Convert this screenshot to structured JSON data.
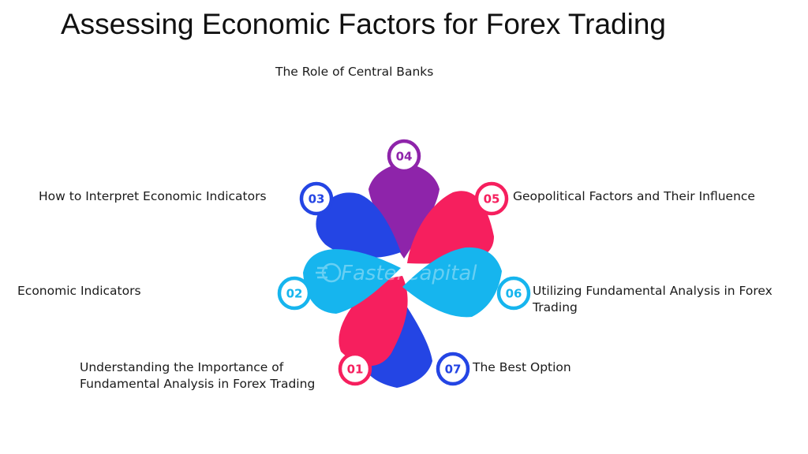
{
  "title": "Assessing Economic Factors for Forex Trading",
  "colors": {
    "purple": "#8e24aa",
    "pink": "#f61f5e",
    "cyan": "#16b5ee",
    "blue": "#2445e4"
  },
  "steps": [
    {
      "number": "01",
      "label": "Understanding the Importance of Fundamental Analysis in Forex Trading",
      "color": "#f61f5e"
    },
    {
      "number": "02",
      "label": "Economic Indicators",
      "color": "#16b5ee"
    },
    {
      "number": "03",
      "label": "How to Interpret Economic Indicators",
      "color": "#2445e4"
    },
    {
      "number": "04",
      "label": "The Role of Central Banks",
      "color": "#8e24aa"
    },
    {
      "number": "05",
      "label": "Geopolitical Factors and Their Influence",
      "color": "#f61f5e"
    },
    {
      "number": "06",
      "label": "Utilizing Fundamental Analysis in Forex Trading",
      "color": "#16b5ee"
    },
    {
      "number": "07",
      "label": "The Best Option",
      "color": "#2445e4"
    }
  ],
  "watermark": {
    "text": "FasterCapital",
    "logo_icon": "fastercapital-logo-icon"
  }
}
